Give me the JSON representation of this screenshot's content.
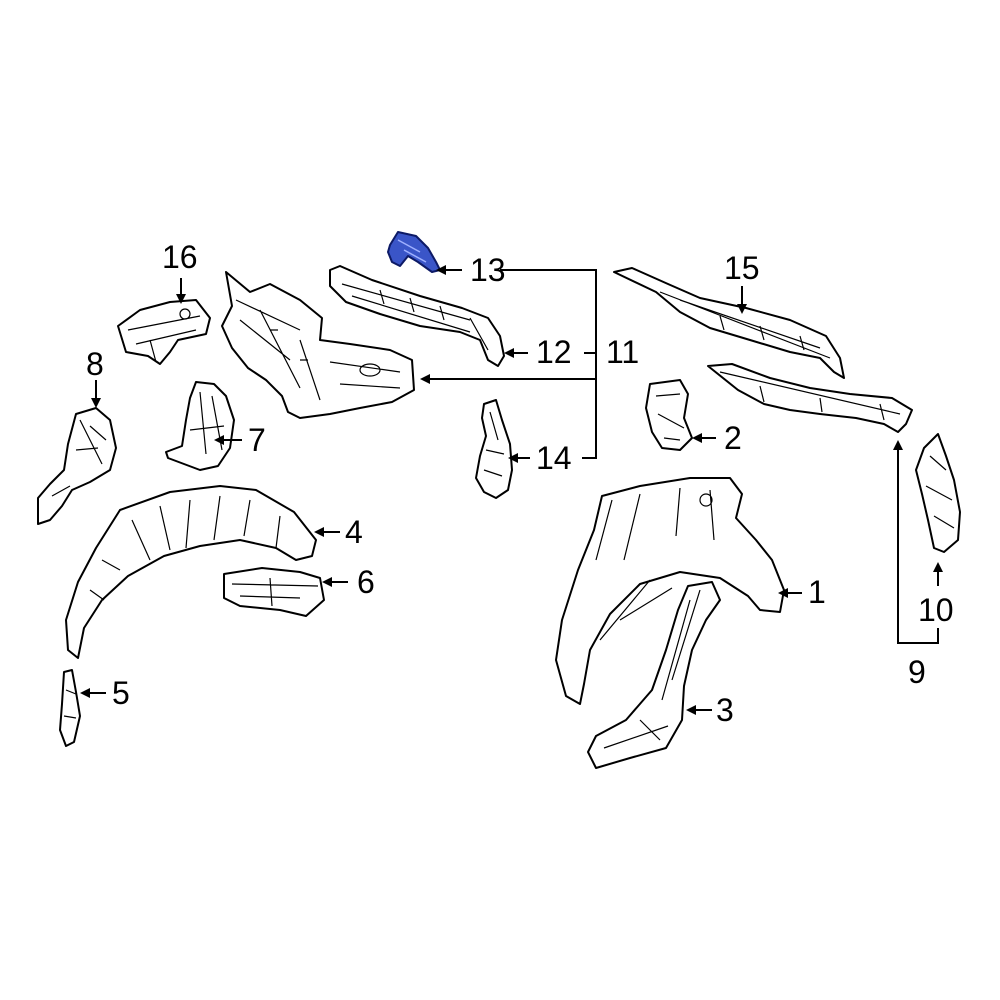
{
  "callouts": {
    "c1": "1",
    "c2": "2",
    "c3": "3",
    "c4": "4",
    "c5": "5",
    "c6": "6",
    "c7": "7",
    "c8": "8",
    "c9": "9",
    "c10": "10",
    "c11": "11",
    "c12": "12",
    "c13": "13",
    "c14": "14",
    "c15": "15",
    "c16": "16"
  },
  "highlighted_part": "13",
  "colors": {
    "highlight": "#3a55c8",
    "line": "#000000",
    "background": "#ffffff"
  }
}
